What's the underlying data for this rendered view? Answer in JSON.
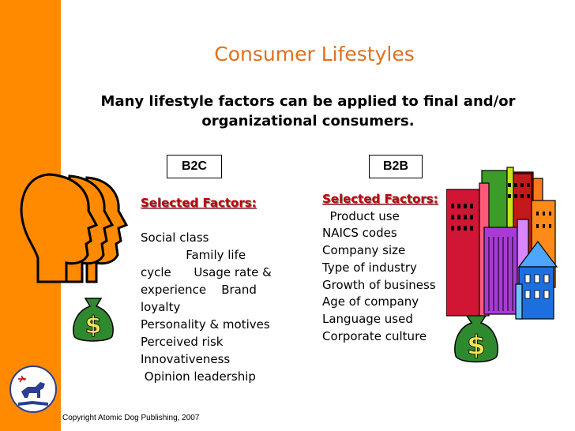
{
  "slide": {
    "title": "Consumer Lifestyles",
    "subtitle_line1": "Many lifestyle factors can be applied to final and/or",
    "subtitle_line2": "organizational consumers.",
    "copyright": "Copyright Atomic Dog Publishing, 2007",
    "accent_color": "#ff8a00",
    "title_color": "#e0701e"
  },
  "b2c": {
    "label": "B2C",
    "heading": "Selected Factors:",
    "lines": [
      "Social class",
      "            Family life",
      "cycle      Usage rate &",
      "experience    Brand",
      "loyalty",
      "Personality & motives",
      "Perceived risk",
      "Innovativeness",
      " Opinion leadership"
    ]
  },
  "b2b": {
    "label": "B2B",
    "heading": "Selected Factors:",
    "lines": [
      "  Product use",
      "NAICS codes",
      "Company size",
      "Type of industry",
      "Growth of business",
      "Age of company",
      "Language used",
      "Corporate culture"
    ]
  },
  "icons": {
    "heads": "human-heads-clipart",
    "money1": "money-bag-icon",
    "money2": "money-bag-icon",
    "buildings": "office-buildings-clipart",
    "logo": "atomic-dog-logo-icon"
  }
}
